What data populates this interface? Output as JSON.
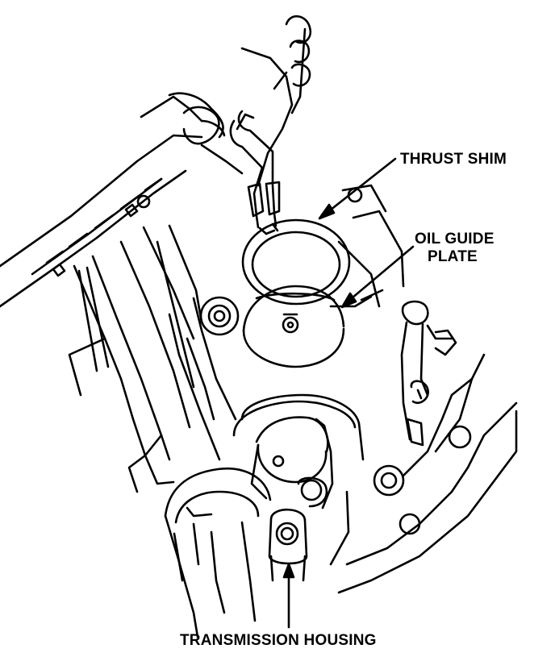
{
  "labels": {
    "thrust_shim": "THRUST SHIM",
    "oil_guide_plate_line1": "OIL GUIDE",
    "oil_guide_plate_line2": "PLATE",
    "transmission_housing": "TRANSMISSION HOUSING"
  },
  "colors": {
    "ink": "#000000",
    "paper": "#ffffff"
  }
}
